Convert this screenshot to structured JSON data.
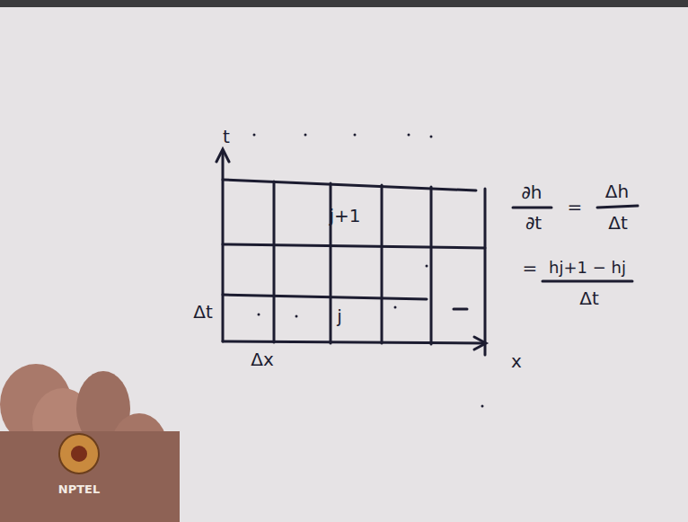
{
  "diagram": {
    "labels": [
      "t",
      "Δt",
      "Δx",
      "x",
      "j+1",
      "j",
      "∂h",
      "∂t",
      "=",
      "Δh",
      "Δt",
      "=",
      "hj+1 − hj",
      "Δt",
      "NPTEL"
    ]
  }
}
